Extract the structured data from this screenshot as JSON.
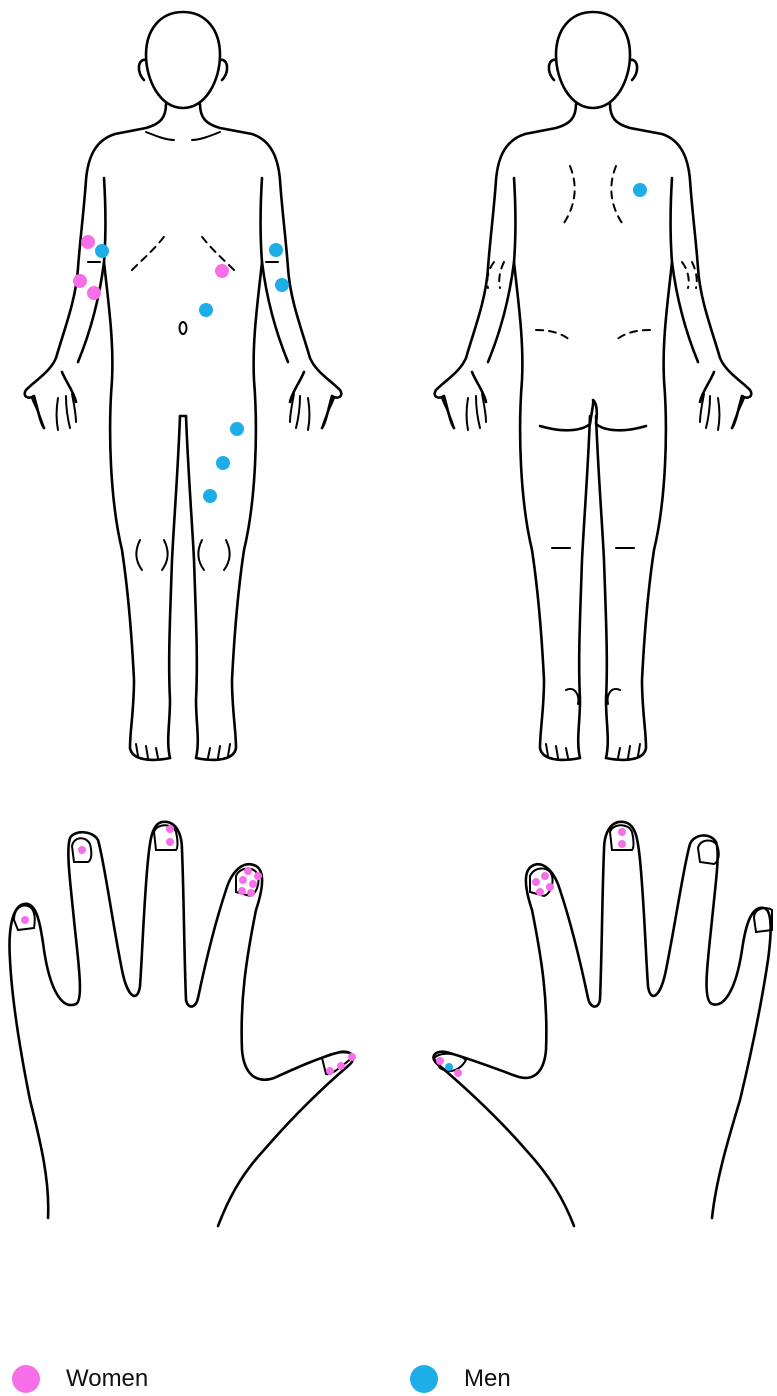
{
  "colors": {
    "women": "#f76fe8",
    "men": "#1daee8",
    "outline": "#000000"
  },
  "legend": [
    {
      "key": "women",
      "label": "Women"
    },
    {
      "key": "men",
      "label": "Men"
    }
  ]
}
